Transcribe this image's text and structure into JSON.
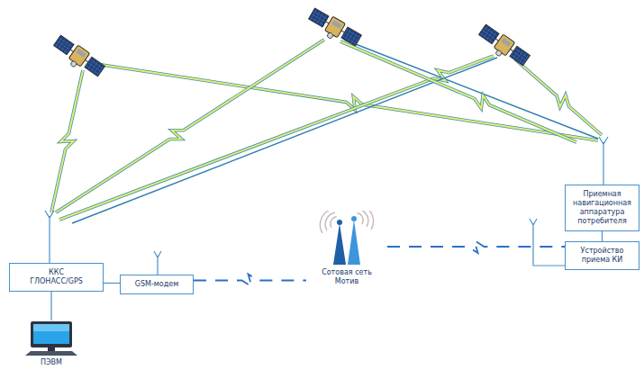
{
  "diagram": {
    "nodes": [
      {
        "text": [
          "ККС ГЛОНАСС/GPS"
        ]
      },
      {
        "text": [
          "GSM-модем"
        ]
      },
      {
        "text": [
          "Приемная навигационная аппаратура потребителя"
        ]
      },
      {
        "text": [
          "Устройство приема КИ"
        ]
      },
      {
        "text": [
          "ПЭВМ"
        ]
      },
      {
        "text": [
          "Сотовая сеть Мотив"
        ]
      }
    ],
    "edges": [
      {
        "from": 0,
        "to": 1,
        "arrow": "none"
      },
      {
        "from": 0,
        "to": 4,
        "arrow": "none"
      },
      {
        "from": 2,
        "to": 3,
        "arrow": "none"
      },
      {
        "from": 1,
        "to": 5,
        "arrow": "none"
      },
      {
        "from": 5,
        "to": 3,
        "arrow": "none"
      }
    ]
  }
}
